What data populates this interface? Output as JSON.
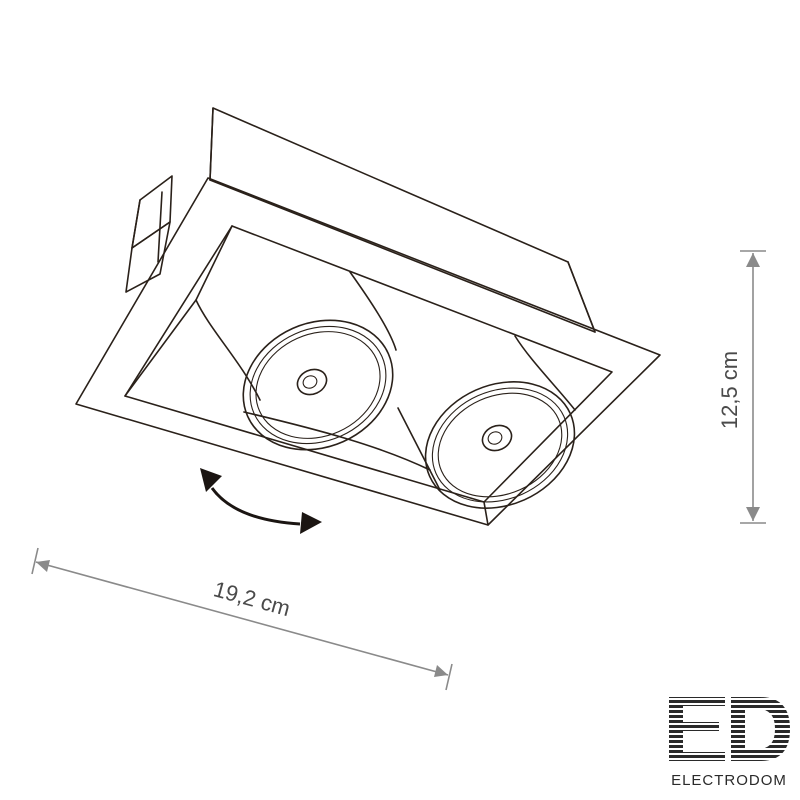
{
  "dimensions": {
    "width_label": "19,2 cm",
    "height_label": "12,5 cm"
  },
  "logo": {
    "monogram": "ED",
    "wordmark": "ELECTRODOM"
  },
  "colors": {
    "line": "#2a211a",
    "dimension": "#8a8a8a",
    "logo": "#2a2a2a"
  },
  "icons": [
    "rotation-arrow-icon",
    "dimension-arrow-icon"
  ]
}
